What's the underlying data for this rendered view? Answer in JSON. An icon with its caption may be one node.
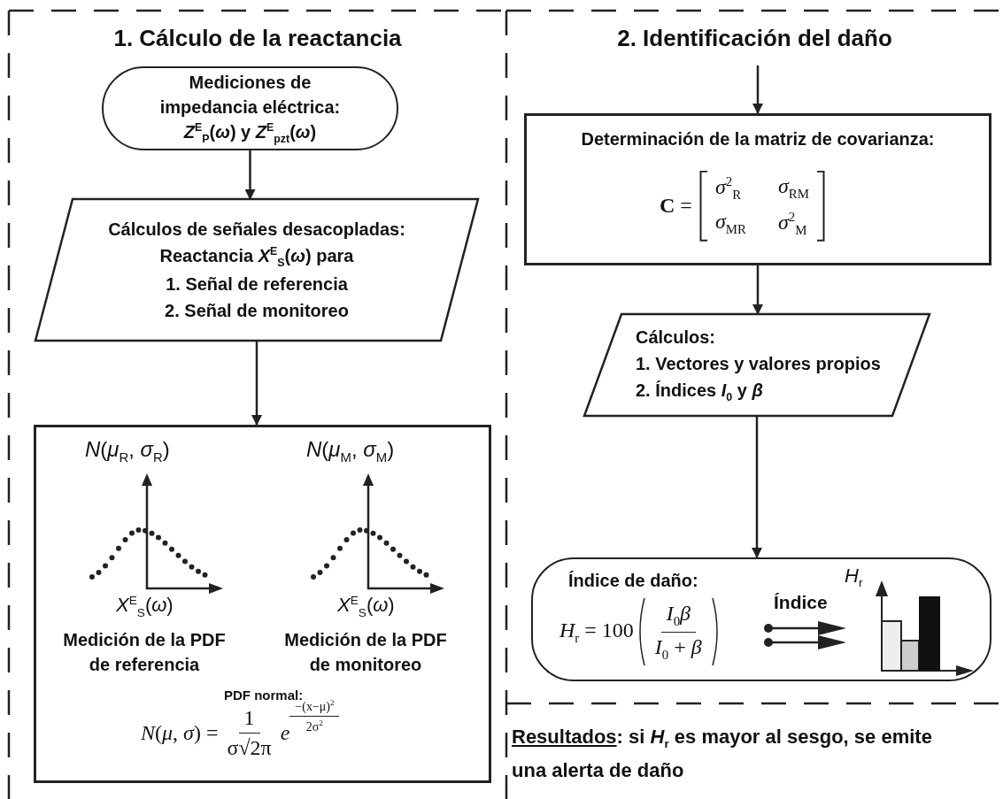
{
  "diagram": {
    "nodes": [
      {
        "text": [
          "1. Cálculo de la reactancia"
        ]
      },
      {
        "text": [
          "Mediciones de impedancia eléctrica: *Z*$^{E}$$_{P}$(*ω*) y *Z*$^{E}$$_{pzt}$(*ω*)"
        ],
        "in": 0
      },
      {
        "text": [
          "Cálculos de señales desacopladas:",
          "Reactancia *X*$^{E}$$_{S}$(*ω*) para",
          "1. Señal de referencia",
          "2. Señal de monitoreo"
        ],
        "in": 0
      },
      {
        "text": [
          "*N*(*μ*$_{R}$, *σ*$_{R}$)",
          "*X*$^{E}$$_{S}$(*ω*)",
          "Medición de la PDF de referencia",
          "*N*(*μ*$_{M}$, *σ*$_{M}$)",
          "*X*$^{E}$$_{S}$(*ω*)",
          "Medición de la PDF de monitoreo",
          "PDF normal:",
          "*N*(*μ*, *σ*) =",
          "1",
          "σ√2π",
          "*e*",
          "−(x−μ)$^{2}$",
          "2σ$^{2}$"
        ],
        "in": 0
      },
      {
        "text": [
          "2. Identificación del daño"
        ]
      },
      {
        "text": [
          "Determinación de la matriz de covarianza:",
          "**C** =",
          "*σ*$^{2}$$_{R}$",
          "*σ*$_{RM}$",
          "*σ*$_{MR}$",
          "*σ*$^{2}$$_{M}$"
        ],
        "in": 4
      },
      {
        "text": [
          "Cálculos:",
          "1. Vectores y valores propios",
          "2. Índices *I*$_{0}$ y *β*"
        ],
        "in": 4
      },
      {
        "text": [
          "Índice de daño:",
          "*H*$_{r}$ = 100",
          "*I*$_{0}$*β*",
          "*I*$_{0}$ + *β*",
          "Índice",
          "*H*$_{r}$"
        ],
        "in": 4
      }
    ],
    "edges": [
      {
        "from": 1,
        "to": 2,
        "arrow": "to"
      },
      {
        "from": 2,
        "to": 3,
        "arrow": "to"
      },
      {
        "from": null,
        "to": 5,
        "arrow": "to"
      },
      {
        "from": 5,
        "to": 6,
        "arrow": "to"
      },
      {
        "from": 6,
        "to": 7,
        "arrow": "to"
      }
    ],
    "labels": [
      "Resultados",
      ": si *H*$_{r}$ es mayor al sesgo, se emite una alerta de daño"
    ]
  }
}
